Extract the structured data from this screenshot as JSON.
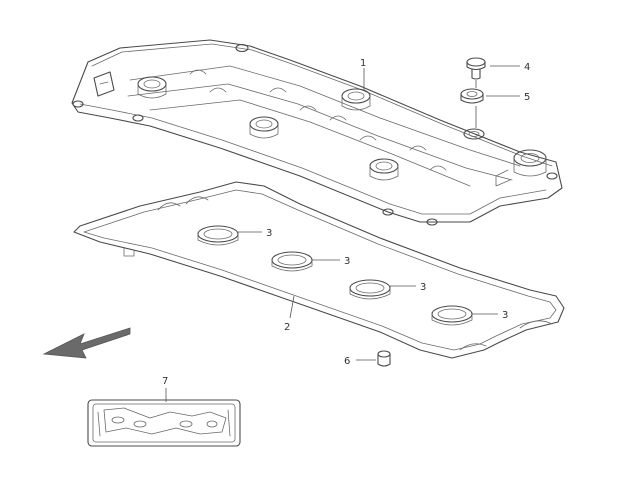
{
  "callouts": {
    "c1": "1",
    "c2": "2",
    "c3a": "3",
    "c3b": "3",
    "c3c": "3",
    "c3d": "3",
    "c4": "4",
    "c5": "5",
    "c6": "6",
    "c7": "7"
  },
  "colors": {
    "line": "#4a4a4a",
    "arrow": "#666666",
    "background": "#ffffff"
  },
  "icons": {
    "front": "front-direction-arrow-icon"
  }
}
